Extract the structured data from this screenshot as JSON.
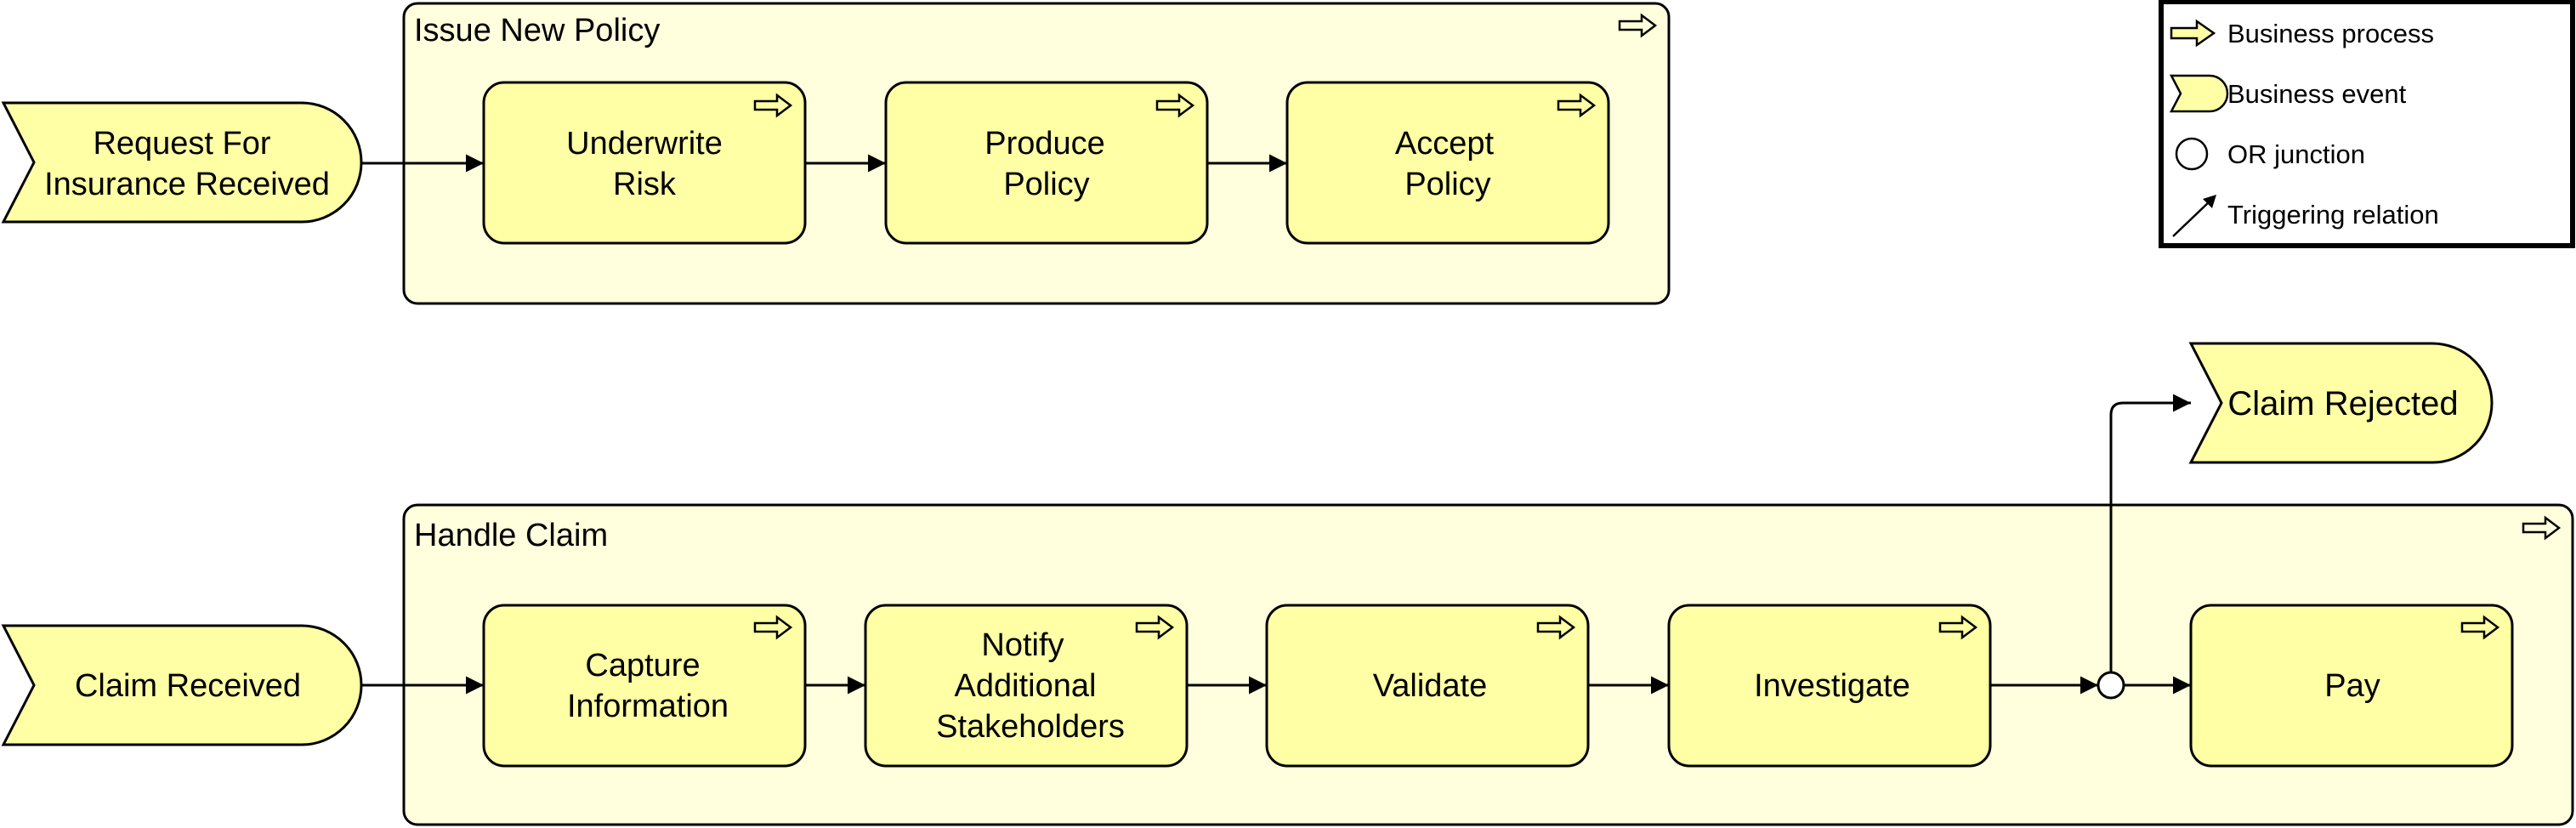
{
  "colors": {
    "container_fill": "#ffffdd",
    "process_fill": "#ffffa5",
    "event_fill": "#ffffa5",
    "stroke": "#000000"
  },
  "issue_policy": {
    "title": "Issue New Policy",
    "event_line1": "Request For",
    "event_line2": "Insurance Received",
    "underwrite_line1": "Underwrite",
    "underwrite_line2": "Risk",
    "produce_line1": "Produce",
    "produce_line2": "Policy",
    "accept_line1": "Accept",
    "accept_line2": "Policy"
  },
  "handle_claim": {
    "title": "Handle Claim",
    "event": "Claim Received",
    "capture_line1": "Capture",
    "capture_line2": "Information",
    "notify_line1": "Notify",
    "notify_line2": "Additional",
    "notify_line3": "Stakeholders",
    "validate": "Validate",
    "investigate": "Investigate",
    "pay": "Pay",
    "rejected": "Claim Rejected"
  },
  "legend": {
    "business_process": "Business process",
    "business_event": "Business event",
    "or_junction": "OR junction",
    "triggering_relation": "Triggering relation"
  },
  "icons": {
    "process": "process-arrow-icon",
    "event": "event-shape-icon",
    "junction": "circle-icon",
    "triggering": "diagonal-arrow-icon"
  }
}
